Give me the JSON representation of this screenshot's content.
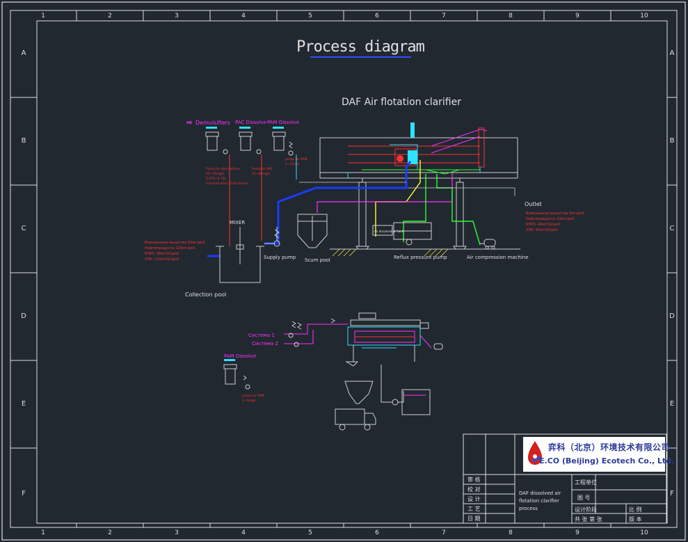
{
  "border": {
    "columns": [
      "1",
      "2",
      "3",
      "4",
      "5",
      "6",
      "7",
      "8",
      "9",
      "10"
    ],
    "rows": [
      "A",
      "B",
      "C",
      "D",
      "E",
      "F"
    ]
  },
  "title": "Process diagram",
  "subtitle": "DAF Air flotation clarifier",
  "dosing_labels": {
    "demulsifier": "Demulsifiers",
    "demulsifier_prefix": "HR",
    "pac": "PAC Dissolve",
    "pam": "PAM Dissolve"
  },
  "pump_notes": {
    "demulsifier": [
      "Pump for demulsifiers",
      "25~50mg/L",
      "0.075~0.75L",
      "Emulsification 25mL/10min"
    ],
    "pac": [
      "Pump for PAC",
      "25~80mg/L"
    ],
    "pam": [
      "pump for PAM",
      "1~3mg/L"
    ]
  },
  "inlet_spec": [
    "Взвешенные вещества 50мг/дм3",
    "Нефтепродукты 120мг/дм3",
    "БПК5: 85мгО2/дм3",
    "ХПК: 115мгО2/дм3"
  ],
  "outlet_label": "Outlet",
  "outlet_spec": [
    "Взвешенные вещества 5мг/дм3",
    "Нефтепродукты 33мг/дм3",
    "БПК5: 40мгО2/дм3",
    "ХПК: 85мгО2/дм3"
  ],
  "equipment": {
    "mixer": "MIXER",
    "supply_pump": "Supply pump",
    "scum_pool": "Scum pool",
    "reflux_pump": "Reflux pressure pump",
    "air_compressor": "Air compression machine",
    "collection_pool": "Collection pool",
    "dissolved_air": "Air dissolved air tank"
  },
  "lower": {
    "system1": "Система 1",
    "system2": "Система 2",
    "pam": "PAM Dissolve",
    "pam_note": [
      "pump for PAM",
      "1~3mg/L"
    ]
  },
  "company": {
    "name_cn": "弈科（北京）环境技术有限公司",
    "name_en": "E.CO (Beijing) Ecotech Co., Ltd."
  },
  "titleblock": {
    "roles": [
      "审 核",
      "校 对",
      "设 计",
      "工 艺",
      "日 期"
    ],
    "drawing_name": [
      "DAF dissolved air",
      "flotation clarifier",
      "process"
    ],
    "fields": {
      "unit": "工程单位",
      "drawing_no": "图 号",
      "stage": "设计阶段",
      "scale": "比 例",
      "sheets": "共  张 第  张",
      "version": "版 本"
    }
  },
  "colors": {
    "background": "#212830",
    "line": "#d8d8d8",
    "red": "#ff3030",
    "blue": "#1a3cff",
    "magenta": "#ff30ff",
    "green": "#30ff30",
    "yellow": "#ffff30",
    "cyan": "#30e0ff"
  }
}
